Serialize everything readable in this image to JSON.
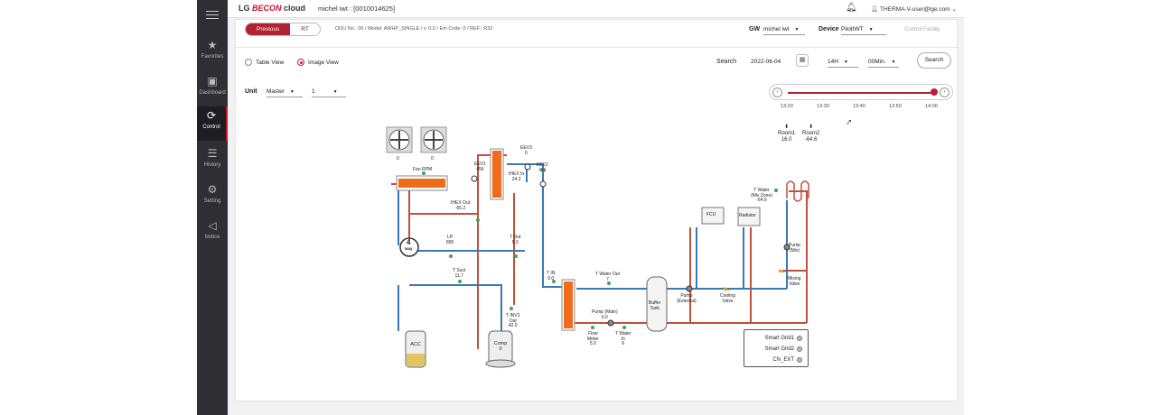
{
  "sidebar": {
    "items": [
      {
        "label": "Favorites",
        "icon": "star-icon",
        "glyph": "★"
      },
      {
        "label": "Dashboard",
        "icon": "dashboard-icon",
        "glyph": "▣"
      },
      {
        "label": "Control",
        "icon": "control-icon",
        "glyph": "⟳"
      },
      {
        "label": "History",
        "icon": "history-icon",
        "glyph": "☰"
      },
      {
        "label": "Setting",
        "icon": "gear-icon",
        "glyph": "⚙"
      },
      {
        "label": "Notice",
        "icon": "megaphone-icon",
        "glyph": "◁"
      }
    ],
    "active": "Control"
  },
  "header": {
    "logo_prefix": "LG",
    "logo_brand": "BECON",
    "logo_suffix": "cloud",
    "site": "michel iwt : [0010014625]",
    "user": "THERMA-V-user@lge.com"
  },
  "toolbar": {
    "previous": "Previous",
    "rt": "RT",
    "odu_info": "ODU No.: 00 / Model: AWHP_SINGLE / v. 0.0 / Em Code: 0 / REF.: R32",
    "gw_label": "GW",
    "gw_value": "michel iwt",
    "device_label": "Device",
    "device_value": "PilotIWT",
    "control_facility": "Control Facility"
  },
  "view": {
    "table_view": "Table View",
    "image_view": "Image View",
    "search_label": "Search",
    "date": "2022-06-04",
    "hour": "14H",
    "minute": "00Min.",
    "search_button": "Search"
  },
  "unit": {
    "label": "Unit",
    "master": "Master",
    "number": "1"
  },
  "timeline": {
    "ticks": [
      "13:20",
      "13:30",
      "13:40",
      "13:50",
      "14:00"
    ]
  },
  "rooms": [
    {
      "label": "Room1",
      "value": "16.0"
    },
    {
      "label": "Room2",
      "value": "-64.6"
    }
  ],
  "diagram": {
    "fan1": "0",
    "fan2": "0",
    "fan_rpm": "Fan RPM",
    "eev1_label": "EEV1",
    "eev1_value": "456",
    "eev2_label": "EEV2",
    "eev2_value": "456",
    "eev3_label": "EEV3",
    "eev3_value": "0",
    "ihex_in_label": "IHEX In",
    "ihex_in_value": "24.2",
    "ihex_out_label": "IHEX Out",
    "ihex_out_value": "-65.2",
    "fourway": "4",
    "fourway_sub": "way",
    "lp_label": "LP",
    "lp_value": "895",
    "tout_label": "T Out",
    "tout_value": "9.3",
    "tsuct_label": "T Suct",
    "tsuct_value": "11.7",
    "tinv_label": "T INV1",
    "tinv_sub": "Out",
    "tinv_value": "42.0",
    "acc": "ACC",
    "comp": "Comp",
    "comp_value": "0",
    "tin_label": "T IN",
    "tin_value": "9.0",
    "twater_out_label": "T Water Out",
    "twater_out_value": "7",
    "pump_main_label": "Pump (Main)",
    "pump_main_value": "6.0",
    "flow_meter_label": "Flow",
    "flow_meter_sub": "Meter",
    "flow_meter_value": "5.0",
    "twater_in_label": "T Water",
    "twater_in_sub": "In",
    "twater_in_value": "6",
    "buffer_tank": "Buffer",
    "buffer_tank_sub": "Tank",
    "pump_ext": "Pump",
    "pump_ext_sub": "(External)",
    "cooling_valve": "Cooling",
    "cooling_valve_sub": "Valve",
    "fcu": "FCU",
    "radiator": "Radiator",
    "twater_mix_label": "T Water",
    "twater_mix_sub": "(Mix Zone)",
    "twater_mix_value": "-64.9",
    "pump_mix": "Pump",
    "pump_mix_sub": "(Mix)",
    "mixing_valve": "Mixing",
    "mixing_valve_sub": "Valve"
  },
  "smart_grid": {
    "sg1": "Smart Grid1",
    "sg2": "Smart Grid2",
    "cn_ext": "CN_EXT"
  },
  "colors": {
    "accent": "#b2232f",
    "hot_pipe": "#c0503a",
    "cold_pipe": "#3c78b4",
    "sensor": "#3fa34d",
    "heat_exchanger": "#ef6c1a"
  }
}
